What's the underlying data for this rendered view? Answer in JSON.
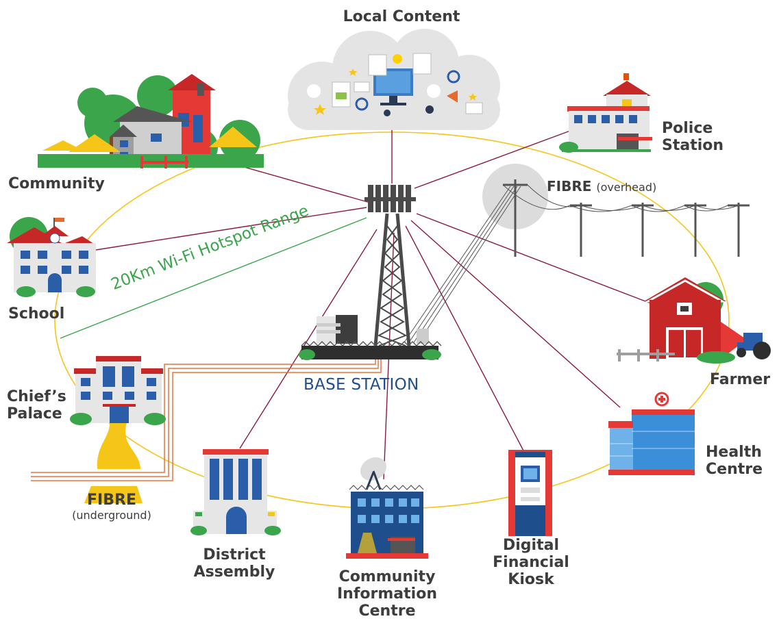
{
  "labels": {
    "local_content": "Local Content",
    "community": "Community",
    "police_station": "Police\nStation",
    "fibre_overhead_main": "FIBRE",
    "fibre_overhead_sub": "(overhead)",
    "school": "School",
    "hotspot_range": "20Km Wi-Fi Hotspot Range",
    "base_station": "BASE STATION",
    "farmer": "Farmer",
    "chiefs_palace": "Chief’s\nPalace",
    "health_centre": "Health\nCentre",
    "fibre_underground_main": "FIBRE",
    "fibre_underground_sub": "(underground)",
    "district_assembly": "District\nAssembly",
    "community_information_centre": "Community\nInformation\nCentre",
    "digital_financial_kiosk": "Digital\nFinancial\nKiosk"
  },
  "colors": {
    "ring": "#f5c518",
    "link": "#8b1a3a",
    "hotspot": "#3aa54a",
    "fibre_underground": "#e8733a",
    "base_station_text": "#1f4e8c",
    "label_text": "#3d3d3d"
  }
}
